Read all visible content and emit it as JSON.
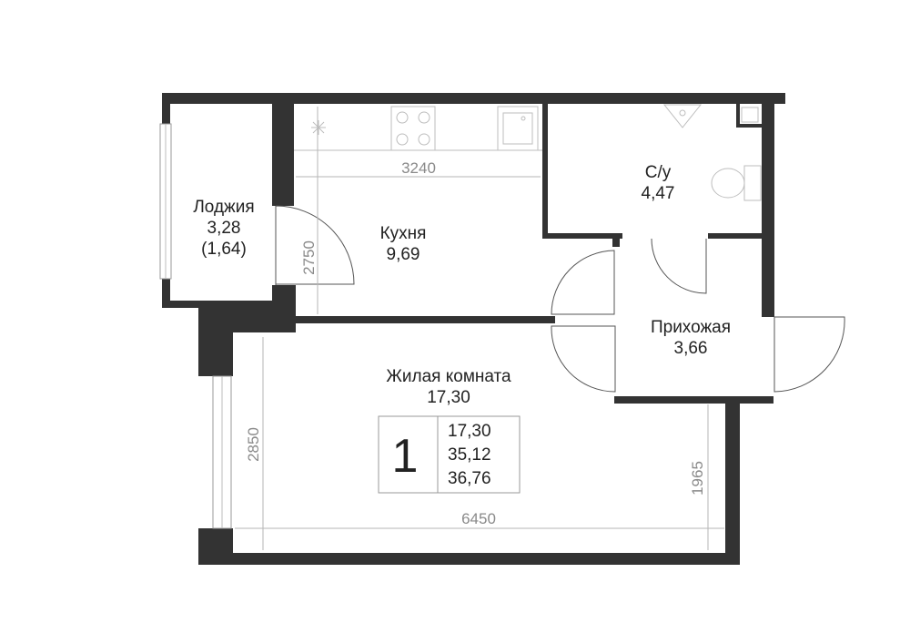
{
  "rooms": {
    "loggia": {
      "name": "Лоджия",
      "area": "3,28",
      "area_reduced": "(1,64)"
    },
    "kitchen": {
      "name": "Кухня",
      "area": "9,69"
    },
    "bathroom": {
      "name": "С/у",
      "area": "4,47"
    },
    "hallway": {
      "name": "Прихожая",
      "area": "3,66"
    },
    "living": {
      "name": "Жилая комната",
      "area": "17,30"
    }
  },
  "dimensions": {
    "kitchen_width": "3240",
    "kitchen_depth": "2750",
    "living_depth": "2850",
    "living_width": "6450",
    "hall_to_wall": "1965"
  },
  "summary": {
    "rooms_count": "1",
    "living_area": "17,30",
    "total_area": "35,12",
    "total_with_loggia": "36,76"
  },
  "colors": {
    "wall": "#333333",
    "text": "#222222",
    "dimension": "#8a8a8a"
  }
}
